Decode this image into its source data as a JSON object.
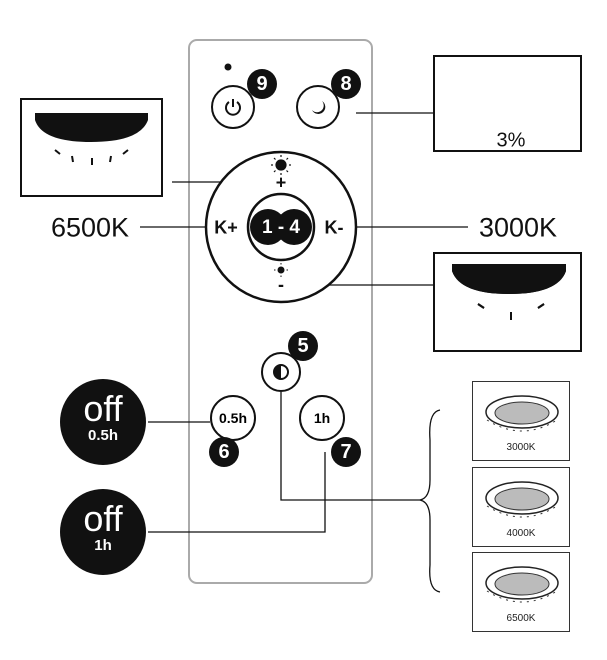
{
  "buttons": {
    "power": {
      "icon": "power-icon",
      "badge": "9"
    },
    "night": {
      "icon": "moon-icon",
      "badge": "8"
    },
    "brightness_up": {
      "icon": "sun-icon",
      "label": "+"
    },
    "brightness_down": {
      "icon": "sun-small-icon",
      "label": "-"
    },
    "color_temp_up": {
      "label": "K+"
    },
    "color_temp_down": {
      "label": "K-"
    },
    "center_badge": "1 - 4",
    "color_cycle": {
      "icon": "half-circle-icon",
      "badge": "5"
    },
    "timer_half": {
      "label": "0.5h",
      "badge": "6"
    },
    "timer_one": {
      "label": "1h",
      "badge": "7"
    }
  },
  "annotations": {
    "night_level": "3%",
    "warm_temp": "6500K",
    "cool_temp": "3000K",
    "off_half": {
      "title": "off",
      "sub": "0.5h"
    },
    "off_one": {
      "title": "off",
      "sub": "1h"
    }
  },
  "color_modes": [
    "3000K",
    "4000K",
    "6500K"
  ],
  "colors": {
    "ink": "#111111",
    "remote_outline": "#aaaaaa",
    "dim_lamp": "#d0d0d0"
  }
}
